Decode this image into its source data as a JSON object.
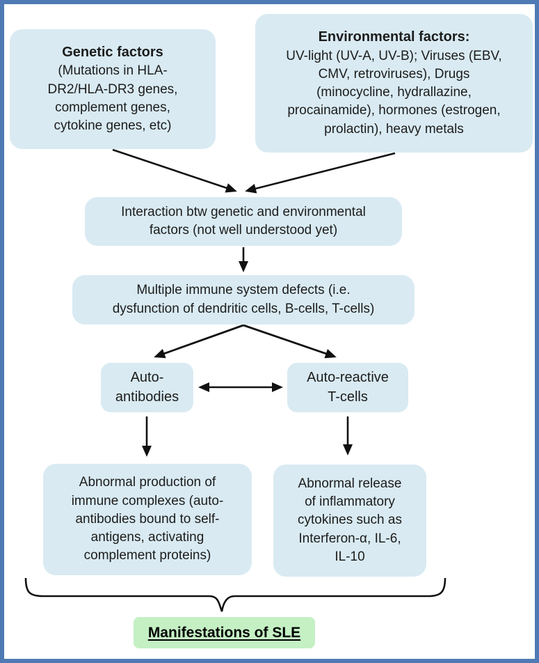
{
  "diagram_title": "SLE pathogenesis flowchart",
  "colors": {
    "frame": "#4f7ab3",
    "box-fill": "#d9eaf2",
    "green-fill": "#c4f0c4",
    "ink": "#1c1c1c"
  },
  "nodes": {
    "genetic": {
      "title": "Genetic factors",
      "lines": [
        "(Mutations in HLA-",
        "DR2/HLA-DR3 genes,",
        "complement genes,",
        "cytokine genes, etc)"
      ]
    },
    "environmental": {
      "title": "Environmental factors:",
      "lines": [
        "UV-light (UV-A, UV-B); Viruses (EBV,",
        "CMV, retroviruses), Drugs",
        "(minocycline, hydrallazine,",
        "procainamide), hormones (estrogen,",
        "prolactin), heavy metals"
      ]
    },
    "interaction": {
      "lines": [
        "Interaction btw genetic and environmental",
        "factors (not well understood yet)"
      ]
    },
    "defects": {
      "lines": [
        "Multiple immune system defects (i.e.",
        "dysfunction of dendritic cells, B-cells, T-cells)"
      ]
    },
    "autoantibodies": {
      "lines": [
        "Auto-",
        "antibodies"
      ]
    },
    "tcells": {
      "lines": [
        "Auto-reactive",
        "T-cells"
      ]
    },
    "production": {
      "lines": [
        "Abnormal production of",
        "immune complexes (auto-",
        "antibodies bound to self-",
        "antigens, activating",
        "complement proteins)"
      ]
    },
    "release": {
      "lines": [
        "Abnormal release",
        "of inflammatory",
        "cytokines such as",
        "Interferon-α, IL-6,",
        "IL-10"
      ]
    },
    "manifestations": {
      "label": "Manifestations of SLE"
    }
  }
}
